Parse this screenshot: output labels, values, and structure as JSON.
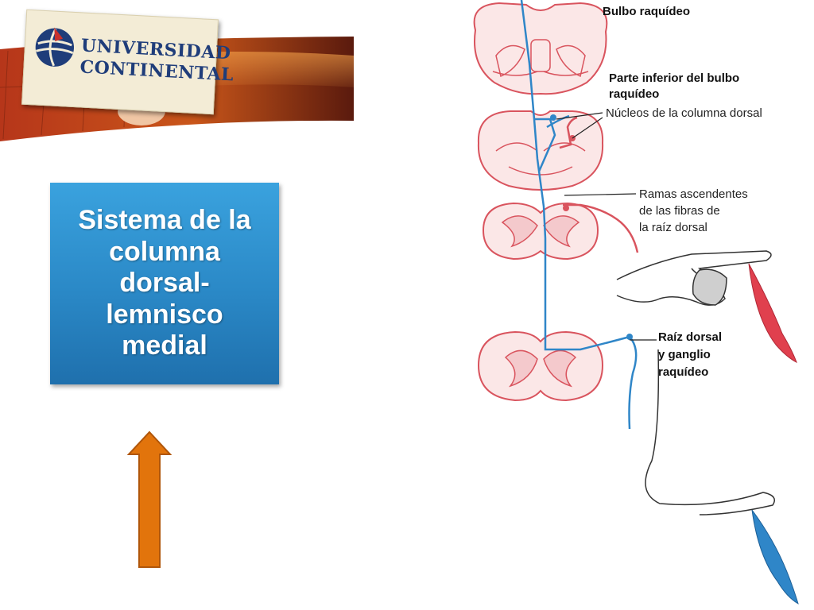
{
  "logo": {
    "line1": "UNIVERSIDAD",
    "line2": "CONTINENTAL"
  },
  "title": {
    "lines": [
      "Sistema de la",
      "columna",
      "dorsal-",
      "lemnisco",
      "medial"
    ]
  },
  "labels": {
    "bulbo": "Bulbo raquídeo",
    "parte_inferior_1": "Parte inferior del bulbo",
    "parte_inferior_2": "raquídeo",
    "nucleos": "Núcleos de la columna dorsal",
    "ramas_1": "Ramas ascendentes",
    "ramas_2": "de las fibras de",
    "ramas_3": "la raíz dorsal",
    "raiz_1": "Raíz dorsal",
    "raiz_2": "y ganglio",
    "raiz_3": "raquídeo"
  },
  "colors": {
    "title_box": "#2a88c6",
    "arrow": "#e2740c",
    "nerve_blue": "#2f86c8",
    "tissue_outline": "#d9545e",
    "tissue_fill": "#fbe7e7"
  }
}
